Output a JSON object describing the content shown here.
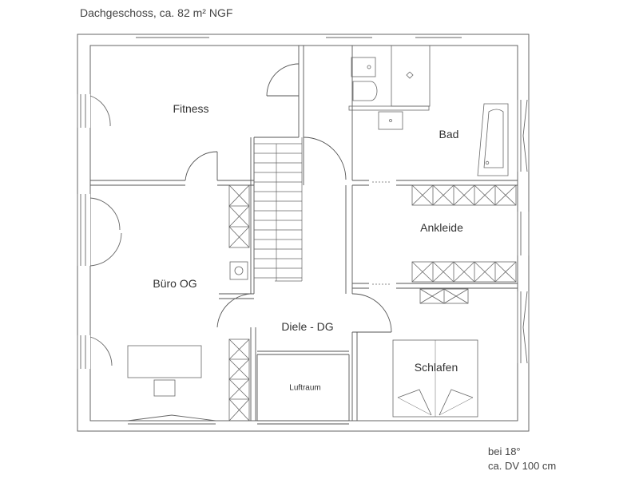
{
  "title": "Dachgeschoss, ca. 82 m² NGF",
  "rooms": {
    "fitness": "Fitness",
    "bad": "Bad",
    "ankleide": "Ankleide",
    "buero": "Büro OG",
    "diele": "Diele - DG",
    "schlafen": "Schlafen",
    "luftraum": "Luftraum"
  },
  "notes": {
    "line1": "bei 18°",
    "line2": "ca. DV 100 cm"
  }
}
